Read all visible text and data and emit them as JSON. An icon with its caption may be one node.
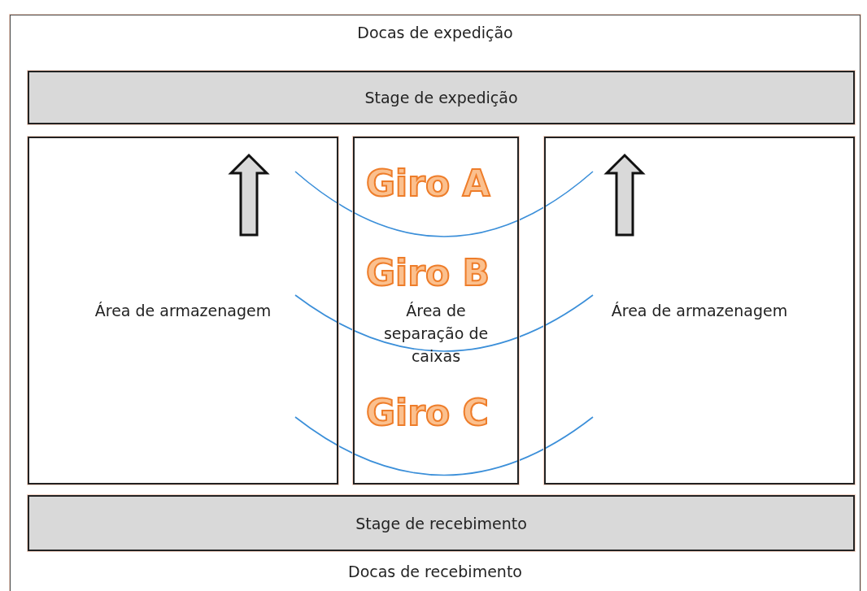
{
  "diagram": {
    "nodes": [
      {
        "text": [
          "Docas de expedição",
          "Docas de recebimento"
        ]
      },
      {
        "text": [
          "Stage de expedição"
        ],
        "in": 0
      },
      {
        "text": [
          "Área de armazenagem"
        ],
        "in": 0
      },
      {
        "text": [
          "Área de separação de caixas"
        ],
        "in": 0
      },
      {
        "text": [
          "Área de armazenagem"
        ],
        "in": 0
      },
      {
        "text": [
          "Stage de recebimento"
        ],
        "in": 0
      }
    ],
    "edges": [],
    "labels": [
      "Giro A",
      "Giro B",
      "Giro C"
    ]
  }
}
